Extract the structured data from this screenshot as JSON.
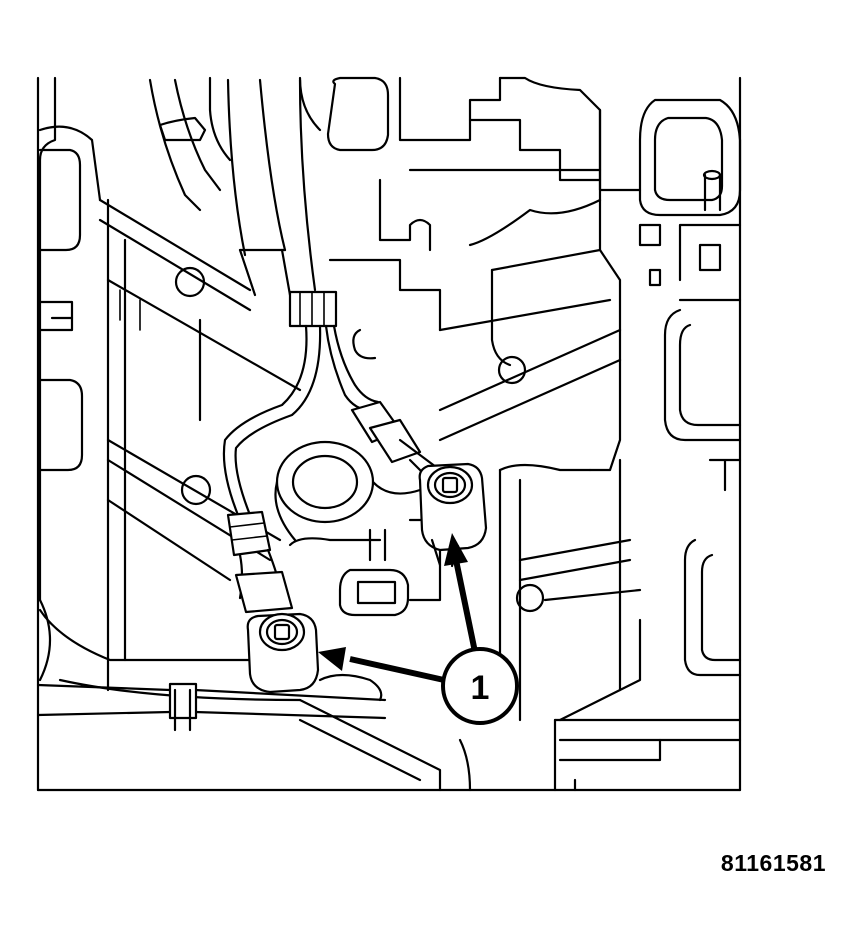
{
  "figure": {
    "id": "81161581",
    "callouts": [
      {
        "number": "1",
        "targets": [
          "upper-sensor",
          "lower-sensor"
        ]
      }
    ]
  }
}
